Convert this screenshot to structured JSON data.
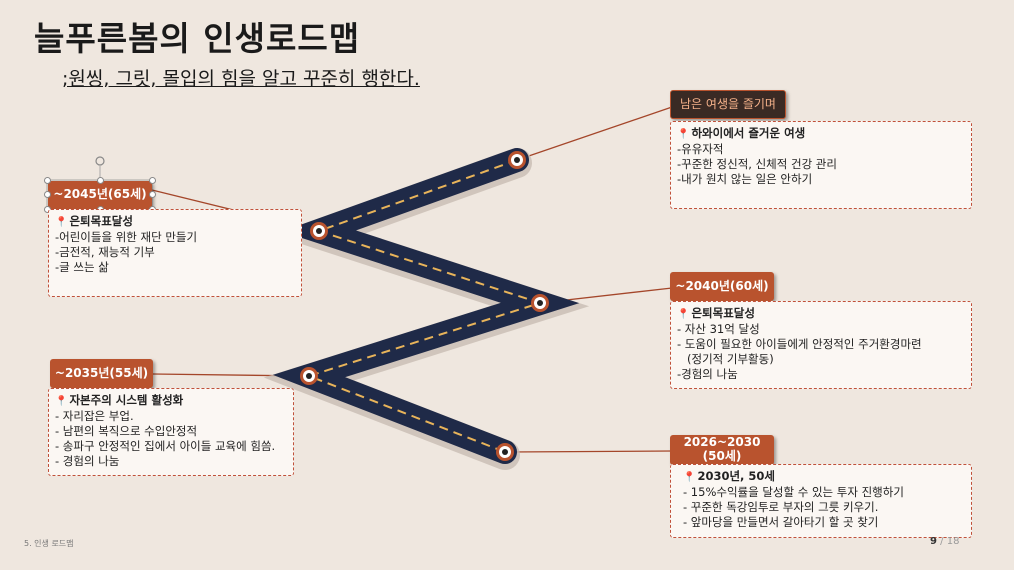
{
  "title": "늘푸른봄의 인생로드맵",
  "subtitle": ";원씽, 그릿, 몰입의 힘을 알고 꾸준히 행한다.",
  "colors": {
    "accent": "#b9532e",
    "dark_tag": "#3a2a24",
    "road": "#1f2a48",
    "road_dash": "#e8b45a"
  },
  "stages": {
    "s1": {
      "tag": "~2045년(65세)",
      "head": "은퇴목표달성",
      "lines": [
        "-어린이들을 위한 재단 만들기",
        "-금전적, 재능적 기부",
        "-글 쓰는 삶"
      ]
    },
    "s2": {
      "tag": "~2035년(55세)",
      "head": "자본주의 시스템 활성화",
      "lines": [
        "- 자리잡은 부업.",
        "- 남편의 복직으로 수입안정적",
        "- 송파구 안정적인 집에서 아이들 교육에 힘씀.",
        "- 경험의 나눔"
      ]
    },
    "s3": {
      "tag": "남은 여생을 즐기며",
      "head": "하와이에서 즐거운 여생",
      "lines": [
        "-유유자적",
        "-꾸준한 정신적, 신체적 건강 관리",
        "-내가 원치 않는 일은 안하기"
      ]
    },
    "s4": {
      "tag": "~2040년(60세)",
      "head": "은퇴목표달성",
      "lines": [
        "- 자산 31억 달성",
        "- 도움이 필요한 아이들에게 안정적인 주거환경마련",
        "(정기적 기부활동)",
        "-경험의 나눔"
      ]
    },
    "s5": {
      "tag_line1": "2026~2030",
      "tag_line2": "(50세)",
      "head": "2030년, 50세",
      "lines": [
        "- 15%수익률을 달성할 수 있는 투자 진행하기",
        "- 꾸준한 독강임투로 부자의 그릇 키우기.",
        "- 앞마당을 만들면서 갈아타기 할 곳 찾기"
      ]
    }
  },
  "footer": {
    "section": "5. 인생 로드맵",
    "page": "9",
    "sep": "/",
    "total": "18"
  }
}
